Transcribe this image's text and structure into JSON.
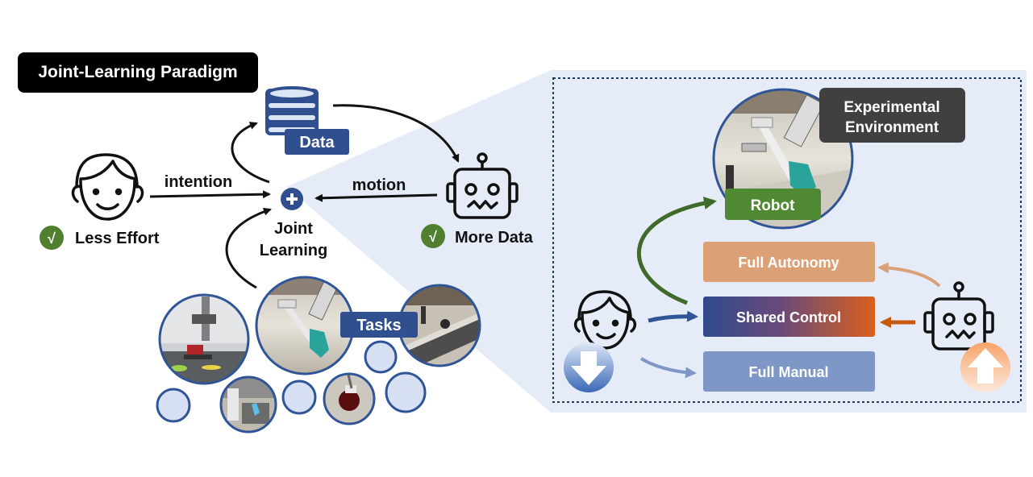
{
  "title": "Joint-Learning Paradigm",
  "left": {
    "data_label": "Data",
    "intention_label": "intention",
    "motion_label": "motion",
    "joint_label_line1": "Joint",
    "joint_label_line2": "Learning",
    "human_benefit": "Less Effort",
    "robot_benefit": "More Data",
    "tasks_label": "Tasks",
    "check_mark": "√"
  },
  "right": {
    "env_label_line1": "Experimental",
    "env_label_line2": "Environment",
    "robot_label": "Robot",
    "modes": [
      "Full Autonomy",
      "Shared Control",
      "Full Manual"
    ]
  },
  "colors": {
    "title_bg": "#000000",
    "data_blue": "#2f4f8f",
    "check_green": "#4f7f2f",
    "panel_bg": "#e6ecf7",
    "robot_green": "#4f8a32",
    "autonomy_orange": "#dca077",
    "manual_blue": "#7f97c6",
    "shared_start": "#2f4a8c",
    "shared_end": "#d9601c",
    "env_gray": "#404040"
  },
  "icons": [
    "database-icon",
    "human-face-icon",
    "robot-face-icon",
    "plus-icon",
    "checkmark-icon",
    "down-arrow-icon",
    "up-arrow-icon"
  ]
}
